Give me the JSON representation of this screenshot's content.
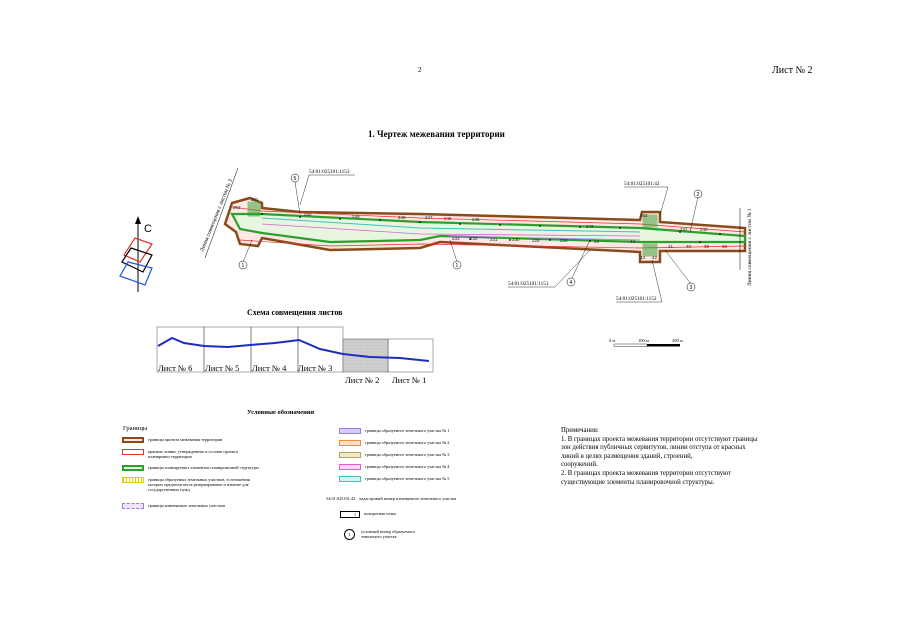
{
  "header": {
    "page_number": "2",
    "sheet_label": "Лист № 2",
    "title": "1. Чертеж  межевания территории"
  },
  "map": {
    "north_label": "С",
    "side_label_left": "Линия совмещения с листом № 3",
    "side_label_right": "Линия совмещения с листом № 1",
    "cadastral_labels": [
      "54:01:025101:1153",
      "54:01:025101:42",
      "54:01:025101:1151",
      "54:01:025101:1152"
    ],
    "point_numbers_top": [
      "253",
      "250",
      "251",
      "249",
      "248",
      "247",
      "246",
      "245",
      "243",
      "242",
      "241",
      "240",
      "239",
      "238",
      "237",
      "236"
    ],
    "point_numbers_bottom": [
      "233",
      "232",
      "231",
      "230",
      "229",
      "228",
      "227",
      "226",
      "225",
      "224",
      "223",
      "222",
      "221",
      "220",
      "219",
      "218",
      "45",
      "44",
      "43",
      "42",
      "41",
      "40",
      "39",
      "38"
    ],
    "markers": [
      "1",
      "1",
      "2",
      "3",
      "4",
      "5"
    ],
    "scale": {
      "zero": "0 м",
      "mid": "100 м",
      "end": "200 м"
    }
  },
  "scheme": {
    "title": "Схема совмещения листов",
    "sheets": [
      "Лист № 6",
      "Лист № 5",
      "Лист № 4",
      "Лист № 3",
      "Лист № 2",
      "Лист № 1"
    ]
  },
  "legend": {
    "title": "Условные обозначения",
    "subtitle": "Границы",
    "left_items": [
      {
        "text": "границы проекта межевания территории",
        "color": "#8a4b1a"
      },
      {
        "text": "красные линии, утвержденные в составе проекта планировки территории",
        "color": "#e23030"
      },
      {
        "text": "границы планируемых элементов планировочной структуры",
        "color": "#2ca02c"
      },
      {
        "text": "границы образуемых земельных участков, в отношении которых предполагается резервирование и изъятие для государственных нужд",
        "color": "#e0d000"
      },
      {
        "text": "границы изменяемых земельных участков",
        "color": "#c9a6e8"
      }
    ],
    "right_items": [
      {
        "text": "границы образуемого земельного участка № 1",
        "color": "#9a7fe0"
      },
      {
        "text": "границы образуемого земельного участка № 2",
        "color": "#f08a4a"
      },
      {
        "text": "границы образуемого земельного участка № 3",
        "color": "#b8a060"
      },
      {
        "text": "границы образуемого земельного участка № 4",
        "color": "#e060d0"
      },
      {
        "text": "границы образуемого земельного участка № 5",
        "color": "#40c0c0"
      }
    ],
    "cadastral_example": "54:01:025101:42",
    "cadastral_text": "кадастровый номер изменяемого земельного участка",
    "turn_point_example": "1",
    "turn_point_text": "поворотная точка",
    "parcel_number_example": "1",
    "parcel_number_text": "условный номер образуемого земельного участка"
  },
  "notes": {
    "title": "Примечания:",
    "lines": [
      "1. В границах проекта межевания территории отсутствуют границы",
      "зон действия публичных сервитутов, линии отступа от красных",
      "линий в целях размещения зданий, строений,",
      "сооружений.",
      "2. В границах проекта межевания территории отсутствуют",
      "существующие элементы планировочной структуры."
    ]
  }
}
